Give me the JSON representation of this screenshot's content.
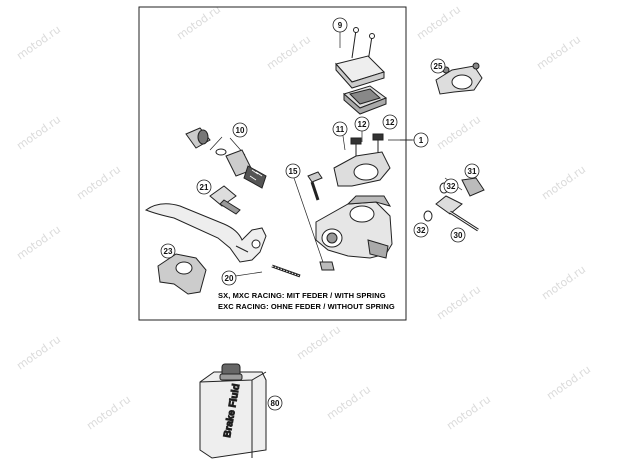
{
  "diagram": {
    "watermark_text": "motod.ru",
    "notes": {
      "line1": "SX, MXC RACING: MIT FEDER / WITH SPRING",
      "line2": "EXC RACING: OHNE FEDER / WITHOUT SPRING"
    },
    "bottle_label": "Brake Fluid",
    "callouts": {
      "c1": "1",
      "c9": "9",
      "c10": "10",
      "c11": "11",
      "c12a": "12",
      "c12b": "12",
      "c15": "15",
      "c20": "20",
      "c21": "21",
      "c23": "23",
      "c25": "25",
      "c30": "30",
      "c31": "31",
      "c32a": "32",
      "c32b": "32",
      "c80": "80"
    }
  }
}
